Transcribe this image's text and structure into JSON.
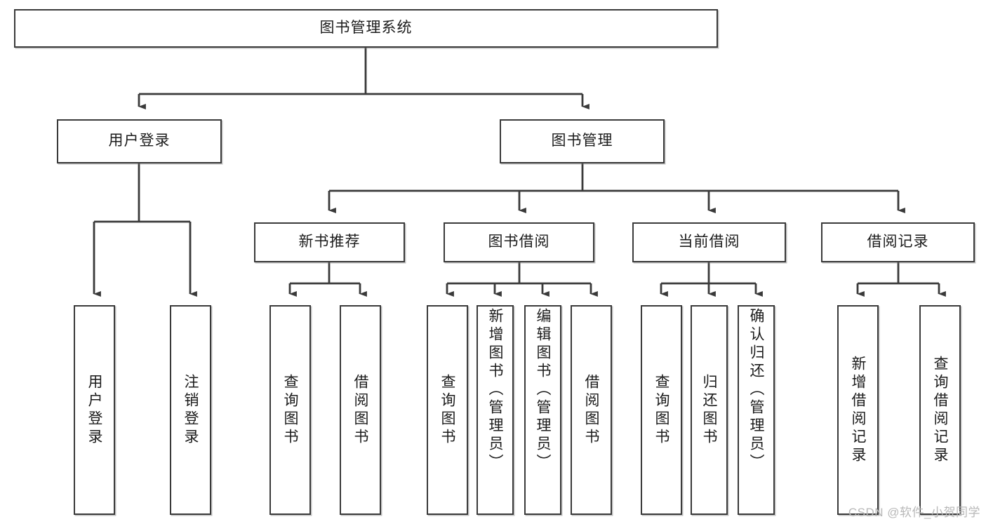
{
  "diagram": {
    "type": "tree",
    "title_node": {
      "label": "图书管理系统"
    },
    "level2": [
      {
        "label": "用户登录"
      },
      {
        "label": "图书管理"
      }
    ],
    "level3": [
      {
        "label": "新书推荐"
      },
      {
        "label": "图书借阅"
      },
      {
        "label": "当前借阅"
      },
      {
        "label": "借阅记录"
      }
    ],
    "leaves": {
      "user_login": [
        {
          "label": "用户登录"
        },
        {
          "label": "注销登录"
        }
      ],
      "new_book_recommend": [
        {
          "label": "查询图书"
        },
        {
          "label": "借阅图书"
        }
      ],
      "book_borrow": [
        {
          "label": "查询图书"
        },
        {
          "label": "新增图书（管理员）"
        },
        {
          "label": "编辑图书（管理员）"
        },
        {
          "label": "借阅图书"
        }
      ],
      "current_borrow": [
        {
          "label": "查询图书"
        },
        {
          "label": "归还图书"
        },
        {
          "label": "确认归还（管理员）"
        }
      ],
      "borrow_record": [
        {
          "label": "新增借阅记录"
        },
        {
          "label": "查询借阅记录"
        }
      ]
    },
    "colors": {
      "stroke": "#3a3a3a",
      "fill": "#ffffff",
      "text": "#1b1b1b",
      "watermark": "#b8b8b8"
    }
  },
  "watermark": {
    "text": "CSDN @软件_小贺同学"
  }
}
